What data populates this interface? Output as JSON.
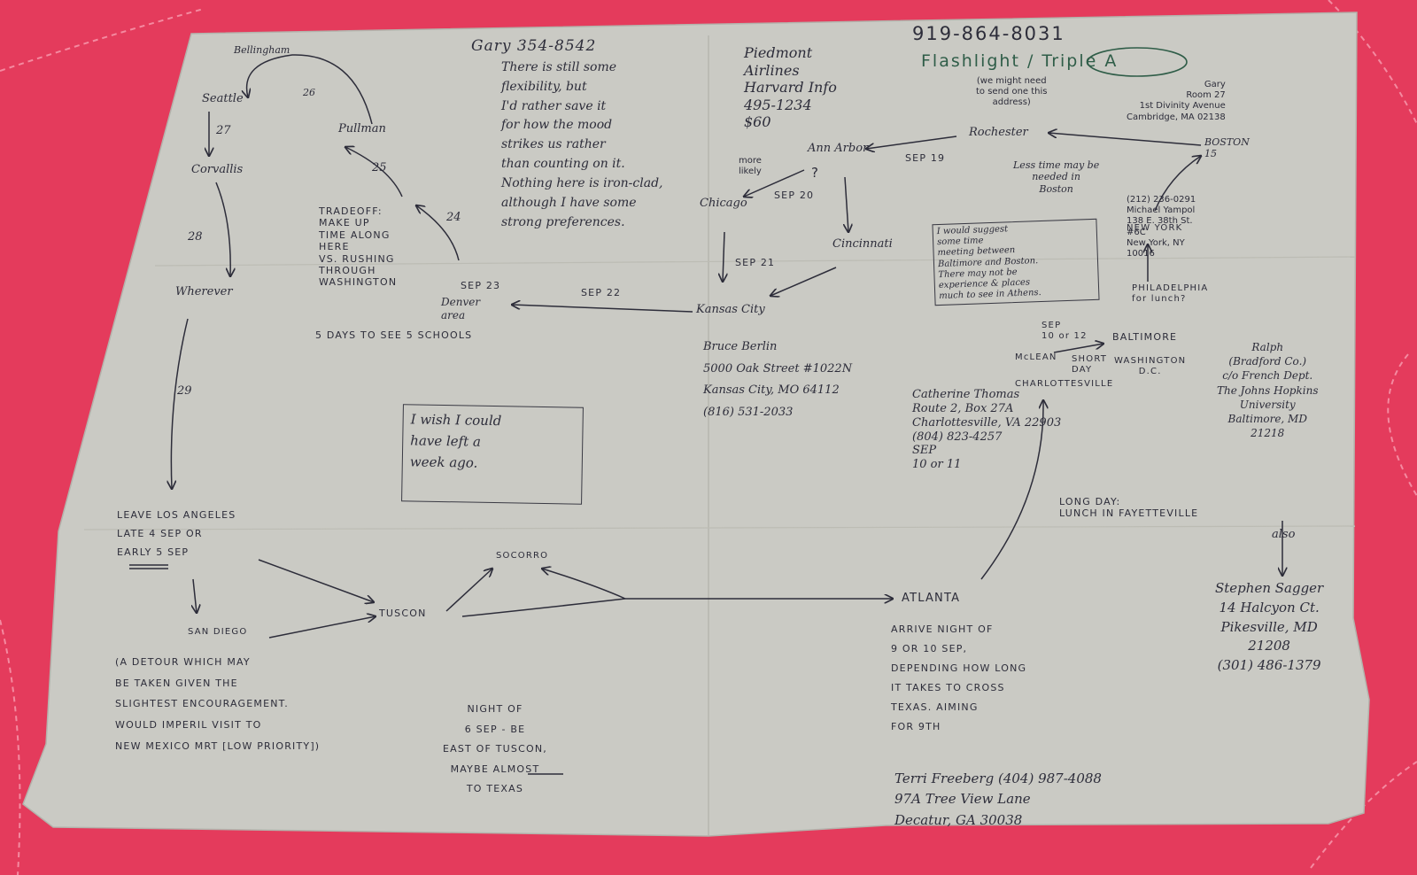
{
  "header": {
    "gary_phone": "Gary 354-8542",
    "phone_919": "919-864-8031",
    "flashlight": "Flashlight / Triple A",
    "piedmont": "Piedmont\nAirlines\nHarvard Info\n495-1234\n$60"
  },
  "notes": {
    "flexibility": "There is still some\nflexibility, but\nI'd rather save it\nfor how the mood\nstrikes us rather\nthan counting on it.\nNothing here is iron-clad,\nalthough I have some\nstrong preferences.",
    "address_needed": "(we might need\nto send one this\naddress)",
    "gary_room": "Gary\nRoom 27\n1st Divinity Avenue\nCambridge, MA 02138",
    "less_time": "Less time may be\nneeded in\nBoston",
    "suggest": "I would suggest\nsome time\nmeeting between\nBaltimore and Boston.\nThere may not be\nexperience & places\nmuch to see in Athens.",
    "nyc": "(212) 236-0291\nMichael Yampol\n138 E. 38th St.\n#6C\nNew York, NY\n10016",
    "philadelphia": "PHILADELPHIA\nfor lunch?",
    "ralph": "Ralph\n(Bradford Co.)\nc/o French Dept.\nThe Johns Hopkins\nUniversity\nBaltimore, MD\n21218",
    "also": "also",
    "stephen": "Stephen Sagger\n14 Halcyon Ct.\nPikesville, MD\n21208\n(301) 486-1379",
    "bruce": "Bruce Berlin\n5000 Oak Street #1022N\nKansas City, MO 64112\n(816) 531-2033",
    "catherine": "Catherine Thomas\nRoute 2, Box 27A\nCharlottesville, VA 22903\n(804) 823-4257\nSEP\n10 or 11",
    "long_day": "LONG DAY:\nLUNCH IN FAYETTEVILLE",
    "wish": "I wish I could\nhave left a\nweek ago.",
    "tradeoff": "TRADEOFF:\nMAKE UP\nTIME ALONG\nHERE\nVS. RUSHING\nTHROUGH\nWASHINGTON",
    "five_days": "5 DAYS TO SEE 5 SCHOOLS",
    "leave_la": "LEAVE LOS ANGELES\nLATE 4 SEP OR\nEARLY 5 SEP",
    "detour": "(A DETOUR WHICH MAY\nBE TAKEN GIVEN THE\nSLIGHTEST ENCOURAGEMENT.\nWOULD IMPERIL VISIT TO\nNEW MEXICO MRT [LOW PRIORITY])",
    "night_of": "NIGHT OF\n6 SEP - BE\nEAST OF TUSCON,\nMAYBE ALMOST\nTO TEXAS",
    "atlanta_arrive": "ARRIVE NIGHT OF\n9 OR 10 SEP,\nDEPENDING HOW LONG\nIT TAKES TO CROSS\nTEXAS. AIMING\nFOR 9TH",
    "terri": "Terri Freeberg (404) 987-4088\n97A Tree View Lane\nDecatur, GA 30038",
    "sep_10_12": "SEP\n10 or 12",
    "short_day": "SHORT\nDAY",
    "more_likely": "more\nlikely",
    "question": "?"
  },
  "places": {
    "bellingham": "Bellingham",
    "seattle": "Seattle",
    "corvallis": "Corvallis",
    "pullman": "Pullman",
    "wherever": "Wherever",
    "ann_arbor": "Ann Arbor",
    "rochester": "Rochester",
    "boston": "BOSTON\n15",
    "chicago": "Chicago",
    "cincinnati": "Cincinnati",
    "kansas_city": "Kansas City",
    "denver": "Denver\narea",
    "new_york": "NEW YORK",
    "baltimore": "BALTIMORE",
    "washington": "WASHINGTON\nD.C.",
    "mclean": "McLEAN",
    "charlottesville": "CHARLOTTESVILLE",
    "socorro": "SOCORRO",
    "tuscon": "TUSCON",
    "san_diego": "SAN DIEGO",
    "atlanta": "ATLANTA"
  },
  "labels": {
    "n26": "26",
    "n27": "27",
    "n28": "28",
    "n29": "29",
    "n25": "25",
    "n24": "24",
    "sep19": "SEP 19",
    "sep20": "SEP 20",
    "sep21": "SEP 21",
    "sep22": "SEP 22",
    "sep23": "SEP 23"
  },
  "colors": {
    "blanket": "#e83a5e",
    "paper": "#c9c9c3",
    "ink": "#2d2d3a",
    "green_ink": "#2f5d48"
  }
}
